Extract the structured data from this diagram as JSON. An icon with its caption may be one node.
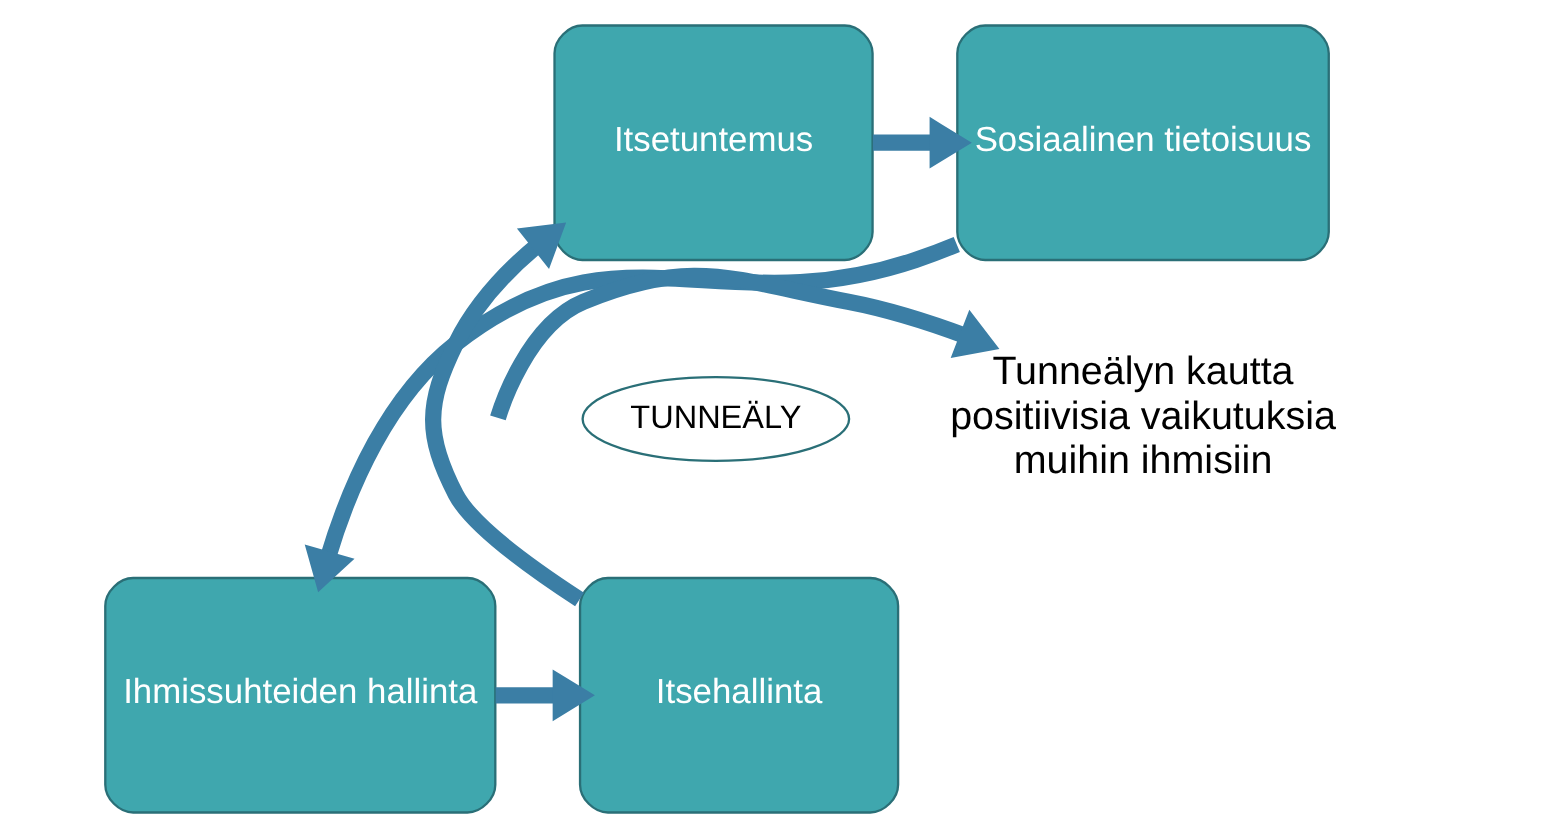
{
  "diagram": {
    "nodes": [
      {
        "text": [
          "Itsetuntemus"
        ]
      },
      {
        "text": [
          "Sosiaalinen tietoisuus"
        ]
      },
      {
        "text": [
          "Ihmissuhteiden hallinta"
        ]
      },
      {
        "text": [
          "Itsehallinta"
        ]
      },
      {
        "text": [
          "TUNNEÄLY"
        ]
      },
      {
        "text": [
          "Tunneälyn kautta positiivisia vaikutuksia muihin ihmisiin"
        ]
      }
    ],
    "edges": [
      {
        "from": 0,
        "to": 1,
        "arrow": "to"
      },
      {
        "from": 1,
        "to": 2,
        "arrow": "to"
      },
      {
        "from": 2,
        "to": 3,
        "arrow": "to"
      },
      {
        "from": 3,
        "to": 0,
        "arrow": "to"
      },
      {
        "from": null,
        "to": 5,
        "arrow": "to"
      }
    ]
  }
}
